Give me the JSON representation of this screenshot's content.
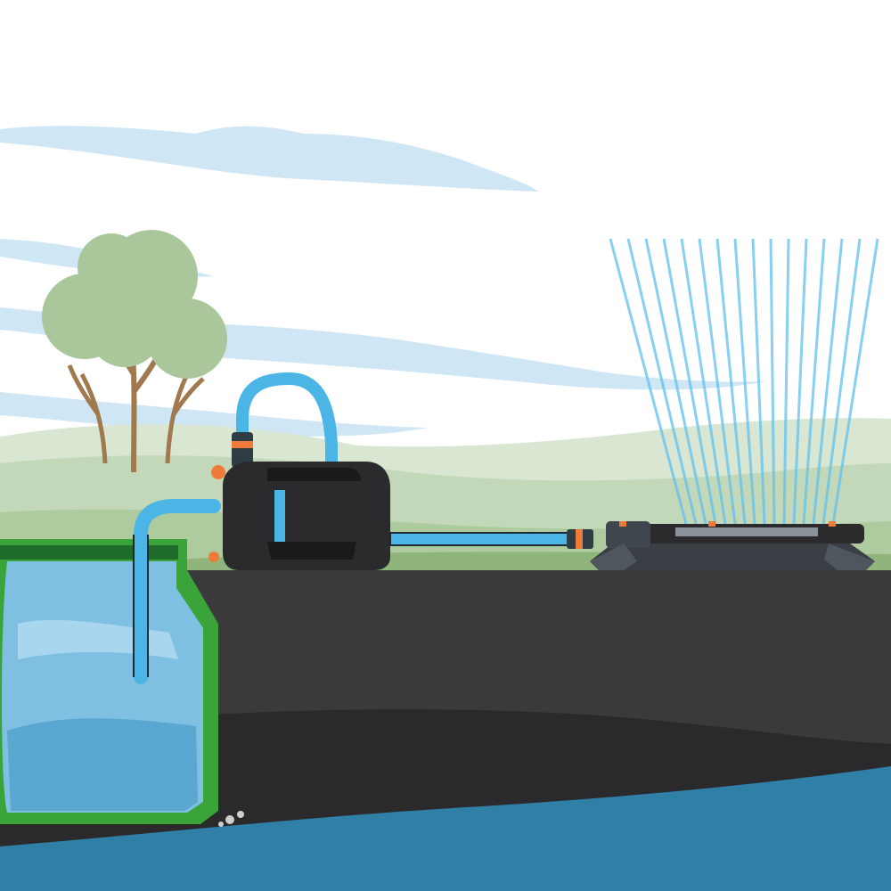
{
  "illustration": {
    "subject": "garden-pump-irrigation-system",
    "components": [
      "sky",
      "clouds",
      "hills",
      "trees",
      "underground-tank",
      "suction-hose",
      "garden-pump",
      "delivery-hose",
      "oscillating-sprinkler",
      "water-spray",
      "soil",
      "groundwater"
    ]
  },
  "palette": {
    "sky": "#ffffff",
    "cloud": "#cfe6f5",
    "hill_far": "#d9e6d2",
    "hill_mid": "#c3d8b8",
    "hill_near": "#aecba0",
    "grass": "#8fb47c",
    "tree_foliage": "#a9c79a",
    "tree_trunk": "#a07a4e",
    "soil_top": "#3a3a3c",
    "soil_deep": "#2a2a2c",
    "groundwater": "#2f7fa6",
    "tank_green": "#3aa33a",
    "tank_dark": "#1f6b2a",
    "tank_water": "#7fc0e2",
    "hose_blue": "#4bb6e6",
    "pump_body": "#2b2b2e",
    "accent_orange": "#f07a3a",
    "spray_blue": "#5fc0ee"
  }
}
